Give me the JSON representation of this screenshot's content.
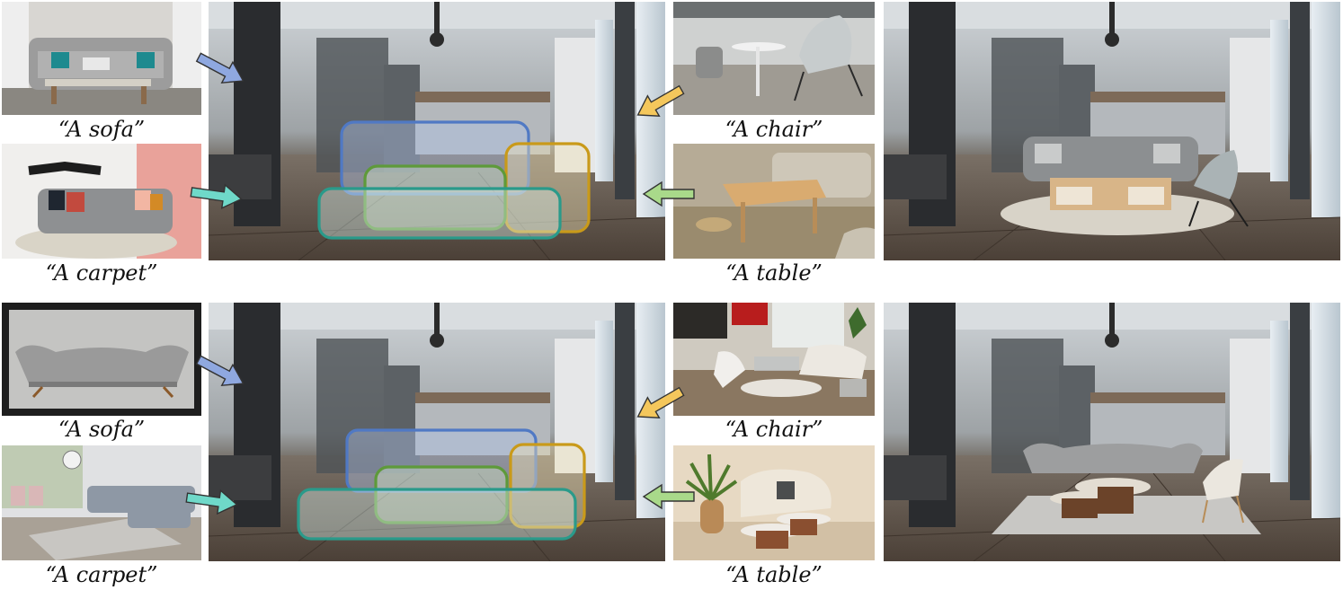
{
  "figure_caption": "",
  "rows": [
    {
      "left_captions": {
        "top": "“A sofa”",
        "bottom": "“A carpet”"
      },
      "right_captions": {
        "top": "“A chair”",
        "bottom": "“A table”"
      }
    },
    {
      "left_captions": {
        "top": "“A sofa”",
        "bottom": "“A carpet”"
      },
      "right_captions": {
        "top": "“A chair”",
        "bottom": "“A table”"
      }
    }
  ],
  "colors": {
    "sofa": "#5079c4",
    "carpet": "#2a9a8a",
    "chair": "#c99a1a",
    "table": "#5e9a3a",
    "sofa_arrow": "#8fa8e0",
    "carpet_arrow": "#6fd9c9",
    "chair_arrow": "#f4c75c",
    "table_arrow": "#a9d98a"
  },
  "icons": [
    "arrow-icon"
  ]
}
